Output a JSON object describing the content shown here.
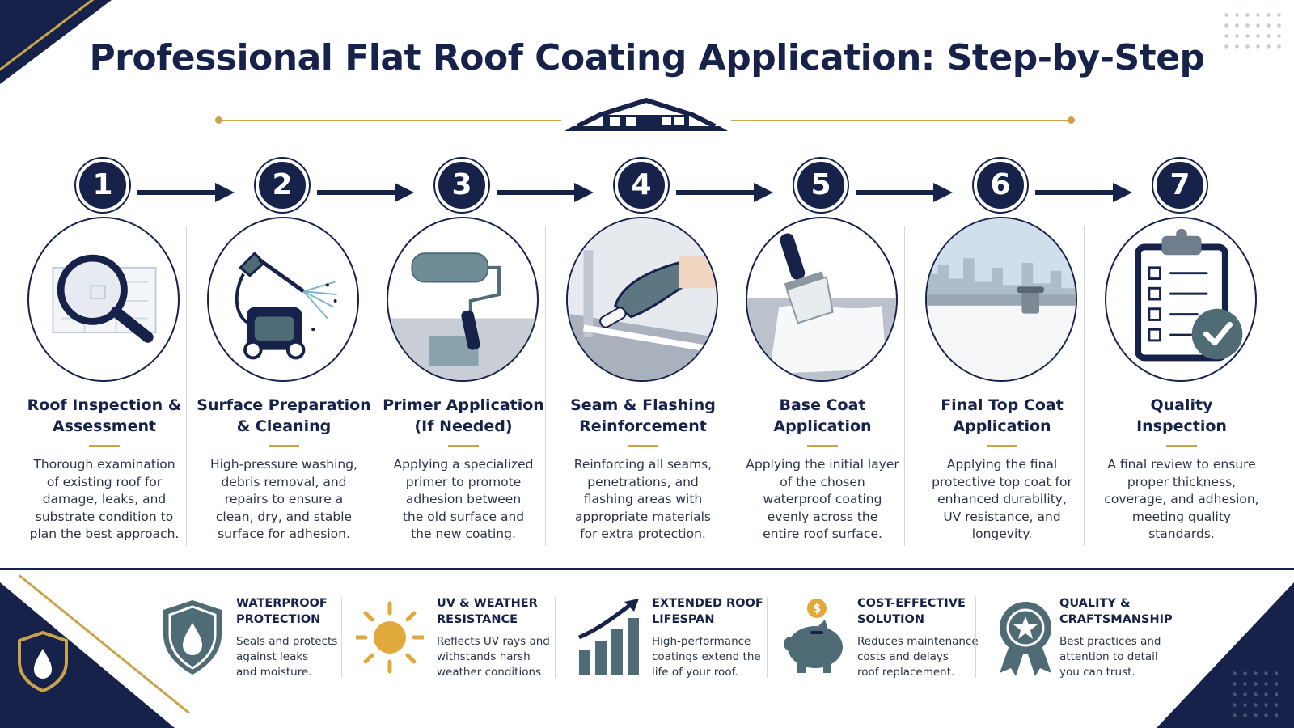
{
  "title": "Professional Flat Roof Coating Application: Step-by-Step",
  "colors": {
    "navy": "#17224a",
    "gold": "#c9a44c",
    "slate": "#4f6b76",
    "light": "#eef1f5"
  },
  "steps": [
    {
      "number": "1",
      "title": "Roof Inspection &\nAssessment",
      "description": "Thorough examination\nof existing roof for\ndamage, leaks, and\nsubstrate condition to\nplan the best approach.",
      "icon": "magnifying-glass-icon"
    },
    {
      "number": "2",
      "title": "Surface Preparation\n& Cleaning",
      "description": "High-pressure washing,\ndebris removal, and\nrepairs to ensure a\nclean, dry, and stable\nsurface for adhesion.",
      "icon": "pressure-washer-icon"
    },
    {
      "number": "3",
      "title": "Primer Application\n(If Needed)",
      "description": "Applying a specialized\nprimer to promote\nadhesion between\nthe old surface and\nthe new coating.",
      "icon": "paint-roller-icon"
    },
    {
      "number": "4",
      "title": "Seam & Flashing\nReinforcement",
      "description": "Reinforcing all seams,\npenetrations, and\nflashing areas with\nappropriate materials\nfor extra protection.",
      "icon": "gloved-hand-brush-icon"
    },
    {
      "number": "5",
      "title": "Base Coat\nApplication",
      "description": "Applying the initial layer\nof the chosen\nwaterproof coating\nevenly across the\nentire roof surface.",
      "icon": "paint-brush-icon"
    },
    {
      "number": "6",
      "title": "Final Top Coat\nApplication",
      "description": "Applying the final\nprotective top coat for\nenhanced durability,\nUV resistance, and\nlongevity.",
      "icon": "finished-roof-icon"
    },
    {
      "number": "7",
      "title": "Quality\nInspection",
      "description": "A final review to ensure\nproper thickness,\ncoverage, and adhesion,\nmeeting quality\nstandards.",
      "icon": "clipboard-checklist-icon"
    }
  ],
  "benefits": [
    {
      "title": "WATERPROOF\nPROTECTION",
      "description": "Seals and protects\nagainst leaks\nand moisture.",
      "icon": "water-drop-shield-icon"
    },
    {
      "title": "UV & WEATHER\nRESISTANCE",
      "description": "Reflects UV rays and\nwithstands harsh\nweather conditions.",
      "icon": "sun-icon"
    },
    {
      "title": "EXTENDED ROOF\nLIFESPAN",
      "description": "High-performance\ncoatings extend the\nlife of your roof.",
      "icon": "growth-chart-icon"
    },
    {
      "title": "COST-EFFECTIVE\nSOLUTION",
      "description": "Reduces maintenance\ncosts and delays\nroof replacement.",
      "icon": "piggy-bank-icon"
    },
    {
      "title": "QUALITY &\nCRAFTSMANSHIP",
      "description": "Best practices and\nattention to detail\nyou can trust.",
      "icon": "award-ribbon-icon"
    }
  ]
}
